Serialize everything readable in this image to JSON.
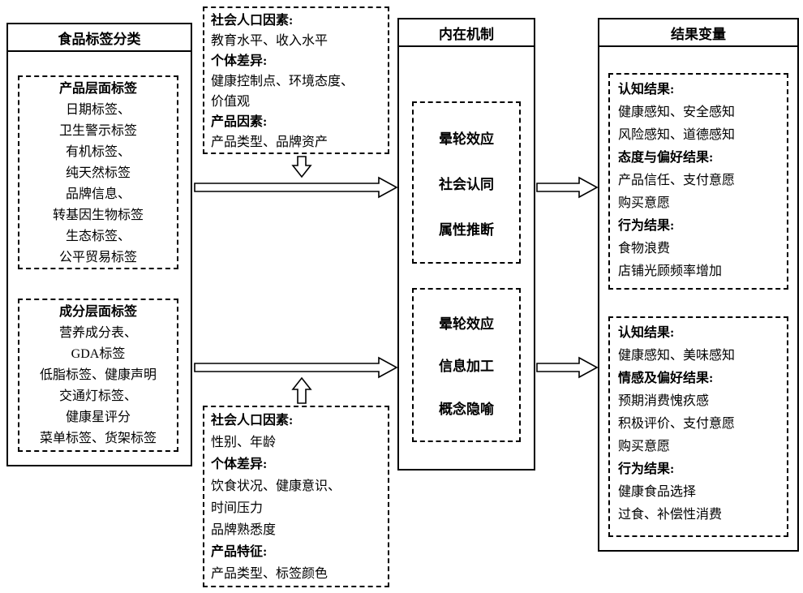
{
  "left_panel": {
    "title": "食品标签分类",
    "product_box": {
      "heading": "产品层面标签",
      "lines": [
        "日期标签、",
        "卫生警示标签",
        "有机标签、",
        "纯天然标签",
        "品牌信息、",
        "转基因生物标签",
        "生态标签、",
        "公平贸易标签"
      ]
    },
    "ingredient_box": {
      "heading": "成分层面标签",
      "lines": [
        "营养成分表、",
        "GDA标签",
        "低脂标签、健康声明",
        "交通灯标签、",
        "健康星评分",
        "菜单标签、货架标签"
      ]
    }
  },
  "top_moderators": {
    "lines": [
      "社会人口因素:",
      "教育水平、收入水平",
      "个体差异:",
      "健康控制点、环境态度、",
      "价值观",
      "产品因素:",
      "产品类型、品牌资产"
    ]
  },
  "bottom_moderators": {
    "lines": [
      "社会人口因素:",
      "性别、年龄",
      "个体差异:",
      "饮食状况、健康意识、",
      "时间压力",
      "品牌熟悉度",
      "产品特征:",
      "产品类型、标签颜色"
    ]
  },
  "mechanism_panel": {
    "title": "内在机制",
    "top_box": {
      "items": [
        "晕轮效应",
        "社会认同",
        "属性推断"
      ]
    },
    "bottom_box": {
      "items": [
        "晕轮效应",
        "信息加工",
        "概念隐喻"
      ]
    }
  },
  "outcome_panel": {
    "title": "结果变量",
    "top_box": {
      "lines": [
        "认知结果:",
        "健康感知、安全感知",
        "风险感知、道德感知",
        "态度与偏好结果:",
        "产品信任、支付意愿",
        "购买意愿",
        "行为结果:",
        "食物浪费",
        "店铺光顾频率增加"
      ]
    },
    "bottom_box": {
      "lines": [
        "认知结果:",
        "健康感知、美味感知",
        "情感及偏好结果:",
        "预期消费愧疚感",
        "积极评价、支付意愿",
        "购买意愿",
        "行为结果:",
        "健康食品选择",
        "过食、补偿性消费"
      ]
    }
  },
  "colors": {
    "line": "#000000",
    "background": "#ffffff"
  }
}
